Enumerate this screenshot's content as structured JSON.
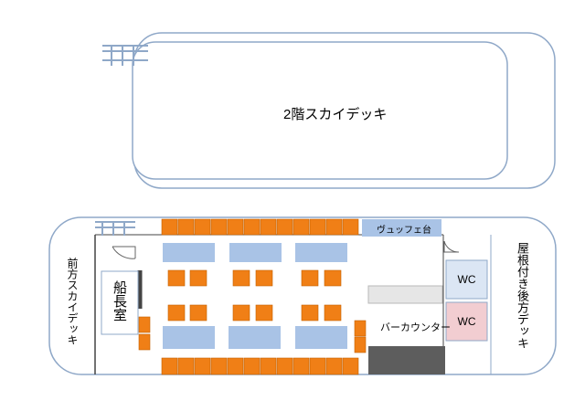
{
  "upper_deck": {
    "label": "2階スカイデッキ"
  },
  "lower_deck": {
    "front_deck_label": "前方スカイデッキ",
    "captain_room_label": "船長室",
    "buffet_label": "ヴュッフェ台",
    "bar_counter_label": "バーカウンター",
    "rear_deck_label": "屋根付き後方デッキ",
    "wc_labels": [
      "WC",
      "WC"
    ]
  },
  "colors": {
    "hull_stroke": "#8fa8c8",
    "table": "#a9c3e6",
    "chair": "#f07f16",
    "chair_stroke": "#c45f00",
    "wc_top": "#dbe6f4",
    "wc_bottom": "#f2cdd1",
    "bar": "#5d5d5d",
    "counter": "#e6e6e6",
    "wall": "#444444"
  }
}
